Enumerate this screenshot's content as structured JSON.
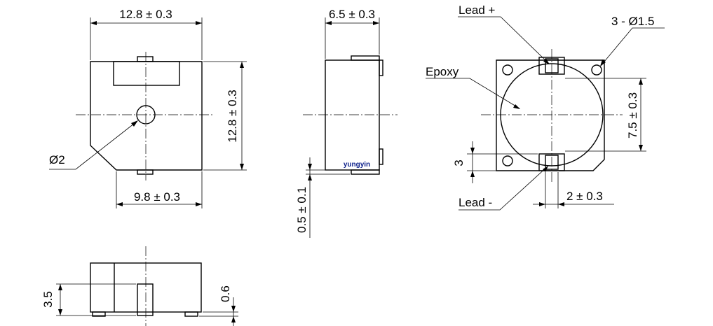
{
  "front_view": {
    "width_dim": "12.8 ± 0.3",
    "height_dim": "12.8 ± 0.3",
    "base_dim": "9.8 ± 0.3",
    "hole_dim": "Ø2"
  },
  "side_view": {
    "depth_dim": "6.5 ± 0.3",
    "lead_dim": "0.5 ± 0.1",
    "watermark": "yungyin"
  },
  "bottom_view": {
    "lead_plus": "Lead +",
    "holes_dim": "3 - Ø1.5",
    "epoxy": "Epoxy",
    "pitch_dim": "7.5 ± 0.3",
    "pad_dim": "3",
    "lead_minus": "Lead -",
    "lead_width_dim": "2 ± 0.3"
  },
  "lower_view": {
    "height_dim": "3.5",
    "foot_dim": "0.6"
  }
}
